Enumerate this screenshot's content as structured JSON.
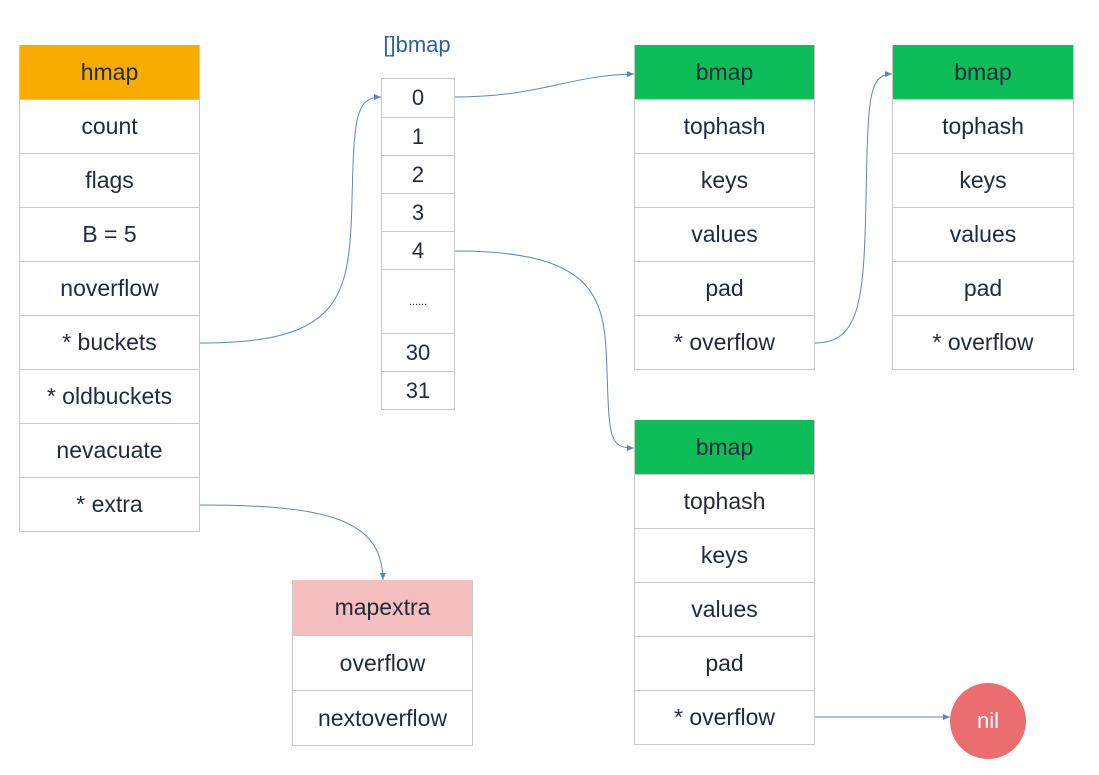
{
  "colors": {
    "hmap_header": "#f8ac00",
    "bmap_header": "#0dbe58",
    "mapextra_header": "#f6bfbf",
    "nil_fill": "#ec6d70",
    "arrow": "#5b86c4",
    "array_title": "#2a5ea8"
  },
  "hmap": {
    "title": "hmap",
    "fields": [
      "count",
      "flags",
      "B = 5",
      "noverflow",
      "* buckets",
      "* oldbuckets",
      "nevacuate",
      "* extra"
    ]
  },
  "bucket_array": {
    "title": "[]bmap",
    "indices": [
      "0",
      "1",
      "2",
      "3",
      "4",
      "......",
      "30",
      "31"
    ]
  },
  "bmaps": [
    {
      "title": "bmap",
      "fields": [
        "tophash",
        "keys",
        "values",
        "pad",
        "* overflow"
      ]
    },
    {
      "title": "bmap",
      "fields": [
        "tophash",
        "keys",
        "values",
        "pad",
        "* overflow"
      ]
    },
    {
      "title": "bmap",
      "fields": [
        "tophash",
        "keys",
        "values",
        "pad",
        "* overflow"
      ]
    }
  ],
  "mapextra": {
    "title": "mapextra",
    "fields": [
      "overflow",
      "nextoverflow"
    ]
  },
  "nil": "nil"
}
